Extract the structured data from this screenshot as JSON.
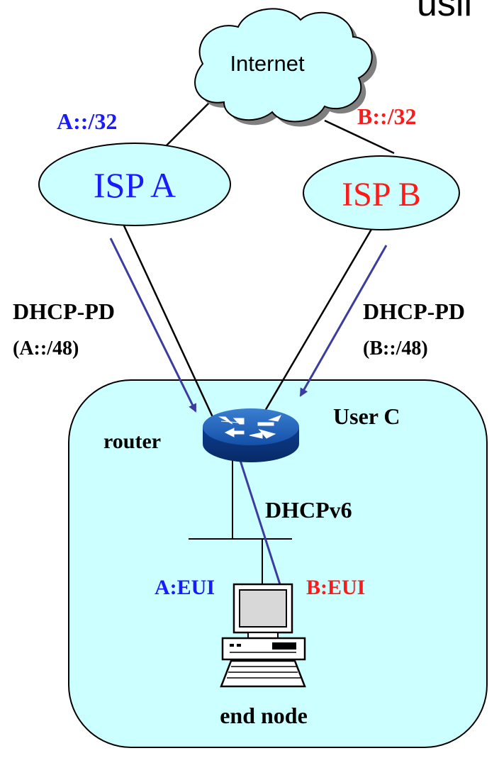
{
  "corner_text": "usll",
  "cloud": {
    "label": "Internet"
  },
  "isp_a": {
    "label": "ISP A",
    "prefix": "A::/32",
    "color": "#1a1aff"
  },
  "isp_b": {
    "label": "ISP B",
    "prefix": "B::/32",
    "color": "#ff1a1a"
  },
  "dhcp_pd_a": {
    "label": "DHCP-PD",
    "prefix": "(A::/48)"
  },
  "dhcp_pd_b": {
    "label": "DHCP-PD",
    "prefix": "(B::/48)"
  },
  "user_area": {
    "label": "User C",
    "fill": "#ccffff"
  },
  "router": {
    "label": "router"
  },
  "dhcpv6": {
    "label": "DHCPv6"
  },
  "addr_a": {
    "label": "A:EUI",
    "color": "#1a1aff"
  },
  "addr_b": {
    "label": "B:EUI",
    "color": "#ff1a1a"
  },
  "end_node": {
    "label": "end node"
  },
  "arrow_color": "#3c3ca0"
}
